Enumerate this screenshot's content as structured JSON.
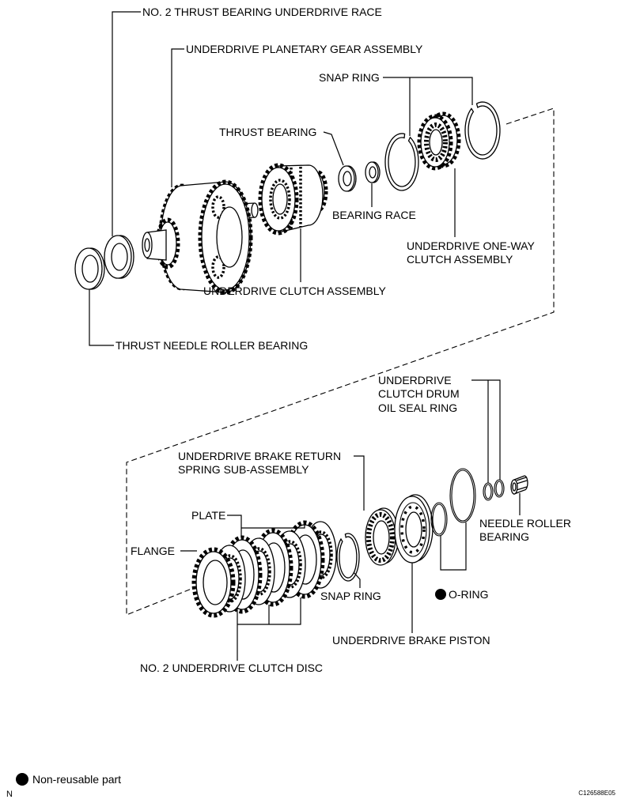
{
  "labels": {
    "no2_thrust_bearing_underdrive_race": "NO. 2 THRUST BEARING UNDERDRIVE RACE",
    "underdrive_planetary_gear_assembly": "UNDERDRIVE PLANETARY GEAR ASSEMBLY",
    "snap_ring_upper": "SNAP RING",
    "thrust_bearing": "THRUST BEARING",
    "bearing_race": "BEARING RACE",
    "underdrive_one_way_clutch_assembly": [
      "UNDERDRIVE ONE-WAY",
      "CLUTCH ASSEMBLY"
    ],
    "underdrive_clutch_assembly": "UNDERDRIVE CLUTCH ASSEMBLY",
    "thrust_needle_roller_bearing": "THRUST NEEDLE ROLLER BEARING",
    "underdrive_clutch_drum_oil_seal_ring": [
      "UNDERDRIVE",
      "CLUTCH DRUM",
      "OIL SEAL RING"
    ],
    "underdrive_brake_return_spring_sub_assembly": [
      "UNDERDRIVE BRAKE RETURN",
      "SPRING SUB-ASSEMBLY"
    ],
    "plate": "PLATE",
    "flange": "FLANGE",
    "needle_roller_bearing": [
      "NEEDLE ROLLER",
      "BEARING"
    ],
    "snap_ring_lower": "SNAP RING",
    "o_ring": {
      "text": "O-RING",
      "non_reusable": true
    },
    "underdrive_brake_piston": "UNDERDRIVE BRAKE PISTON",
    "no2_underdrive_clutch_disc": "NO. 2 UNDERDRIVE CLUTCH DISC"
  },
  "legend": {
    "symbol": "black-dot",
    "text": "Non-reusable part"
  },
  "corner_mark": "N",
  "figure_code": "C126588E05",
  "colors": {
    "line": "#000000",
    "background": "#ffffff"
  }
}
